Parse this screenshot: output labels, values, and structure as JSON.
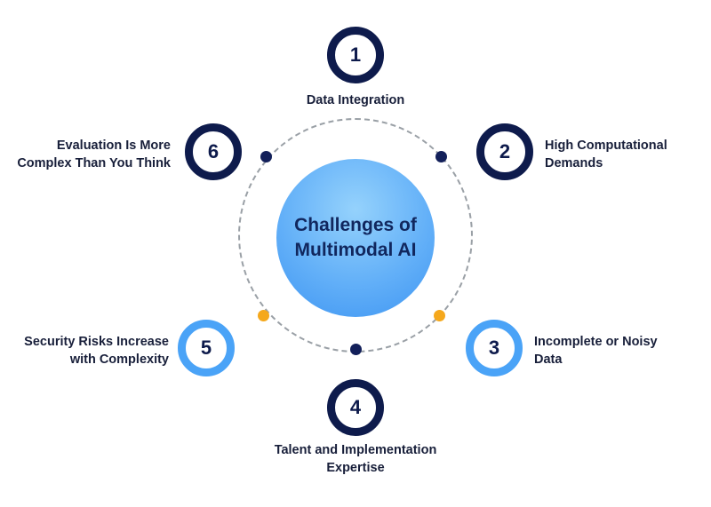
{
  "center": {
    "title": "Challenges of\nMultimodal AI"
  },
  "items": [
    {
      "number": "1",
      "label": "Data Integration",
      "ring_style": "dark"
    },
    {
      "number": "2",
      "label": "High Computational\nDemands",
      "ring_style": "dark"
    },
    {
      "number": "3",
      "label": "Incomplete or Noisy\nData",
      "ring_style": "light-blue"
    },
    {
      "number": "4",
      "label": "Talent and Implementation\nExpertise",
      "ring_style": "dark"
    },
    {
      "number": "5",
      "label": "Security Risks Increase\nwith Complexity",
      "ring_style": "light-blue"
    },
    {
      "number": "6",
      "label": "Evaluation Is More\nComplex Than You Think",
      "ring_style": "dark"
    }
  ],
  "colors": {
    "dark_navy": "#0e1b4c",
    "light_blue": "#4aa3f7",
    "orange": "#f5a81c",
    "center_gradient_light": "#95d2fc",
    "center_gradient_dark": "#3e95f2",
    "dashed_circle": "#9aa0a6",
    "label_text": "#181f3a"
  }
}
